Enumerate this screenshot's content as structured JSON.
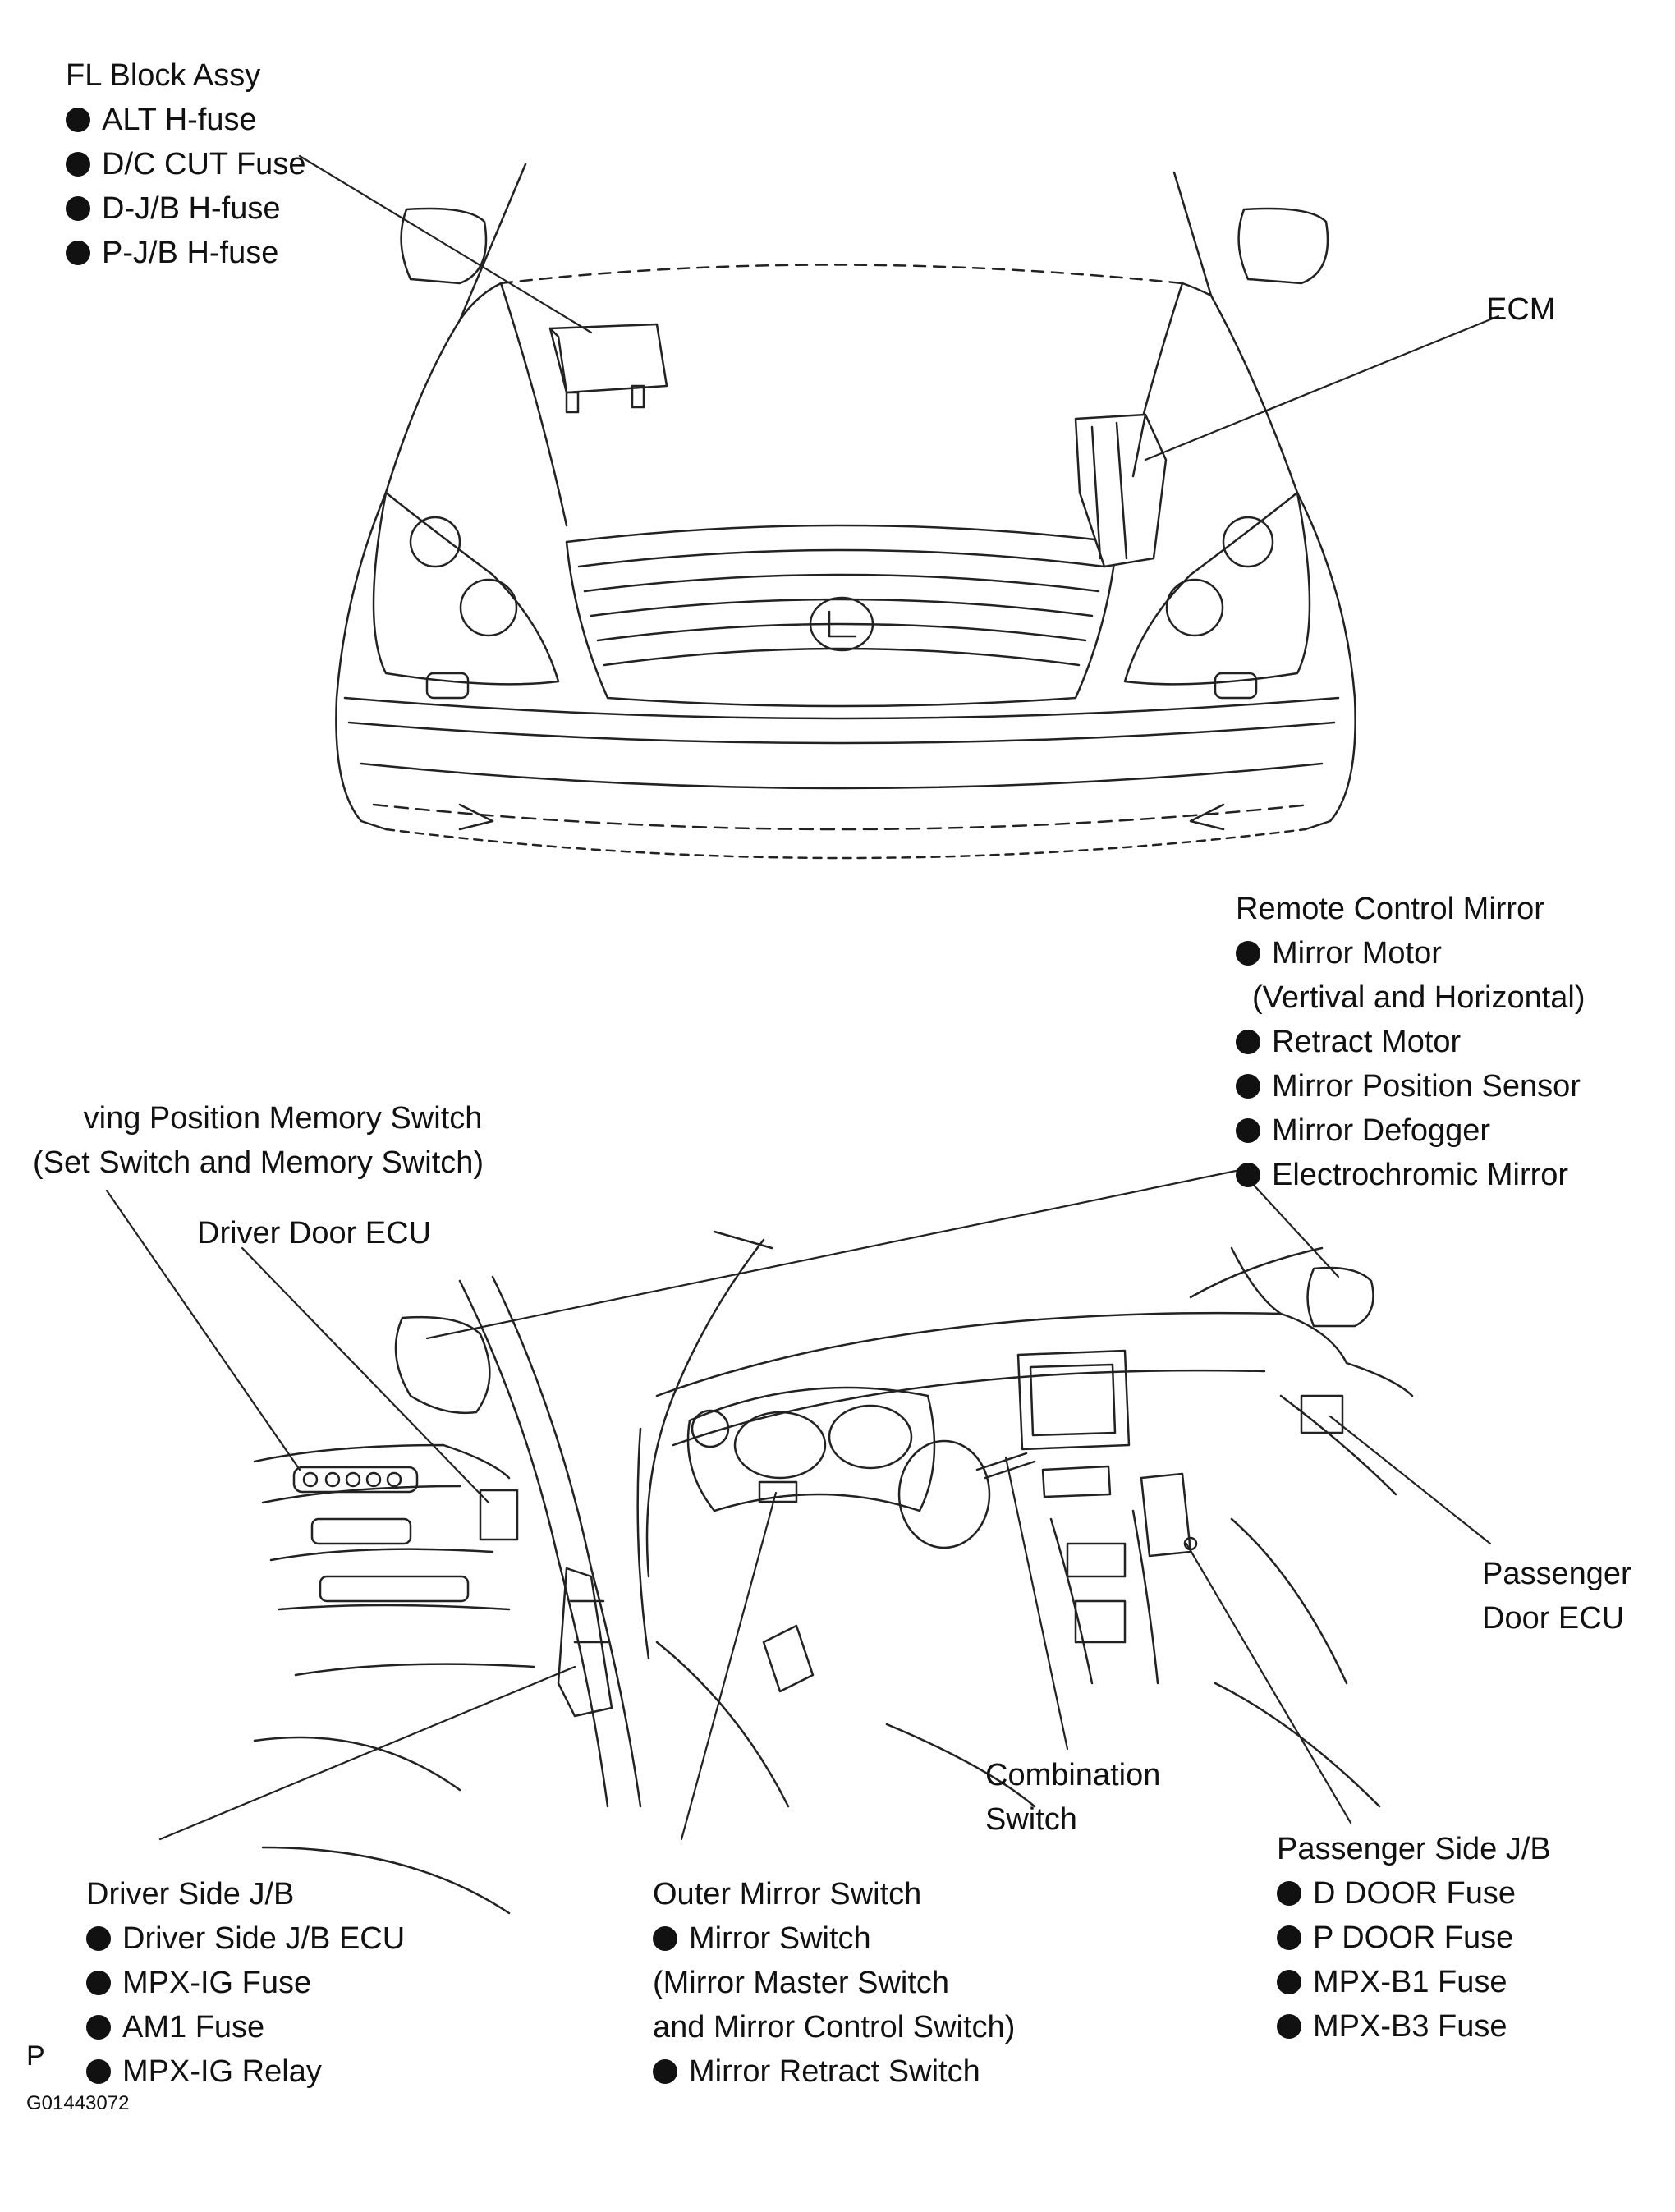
{
  "labels": {
    "fl_block": {
      "title": "FL Block Assy",
      "items": [
        "ALT H-fuse",
        "D/C CUT Fuse",
        "D-J/B H-fuse",
        "P-J/B H-fuse"
      ]
    },
    "ecm": "ECM",
    "remote_mirror": {
      "title": "Remote Control Mirror",
      "items": [
        "Mirror Motor",
        "(Vertival and Horizontal)",
        "Retract Motor",
        "Mirror Position Sensor",
        "Mirror Defogger",
        "Electrochromic Mirror"
      ]
    },
    "memory_switch": {
      "line1": "ving Position Memory Switch",
      "line2": "(Set Switch and Memory Switch)"
    },
    "driver_door_ecu": "Driver Door ECU",
    "passenger_door_ecu": {
      "line1": "Passenger",
      "line2": "Door ECU"
    },
    "combination_switch": {
      "line1": "Combination",
      "line2": "Switch"
    },
    "passenger_jb": {
      "title": "Passenger Side J/B",
      "items": [
        "D DOOR Fuse",
        "P DOOR Fuse",
        "MPX-B1 Fuse",
        "MPX-B3 Fuse"
      ]
    },
    "driver_jb": {
      "title": "Driver Side J/B",
      "items": [
        "Driver Side J/B ECU",
        "MPX-IG Fuse",
        "AM1 Fuse",
        "MPX-IG Relay"
      ]
    },
    "outer_mirror": {
      "title": "Outer Mirror Switch",
      "items": [
        "Mirror Switch",
        "(Mirror Master Switch",
        "and Mirror Control Switch)",
        "Mirror Retract Switch"
      ]
    }
  },
  "footer": {
    "mark": "P",
    "code": "G01443072"
  }
}
